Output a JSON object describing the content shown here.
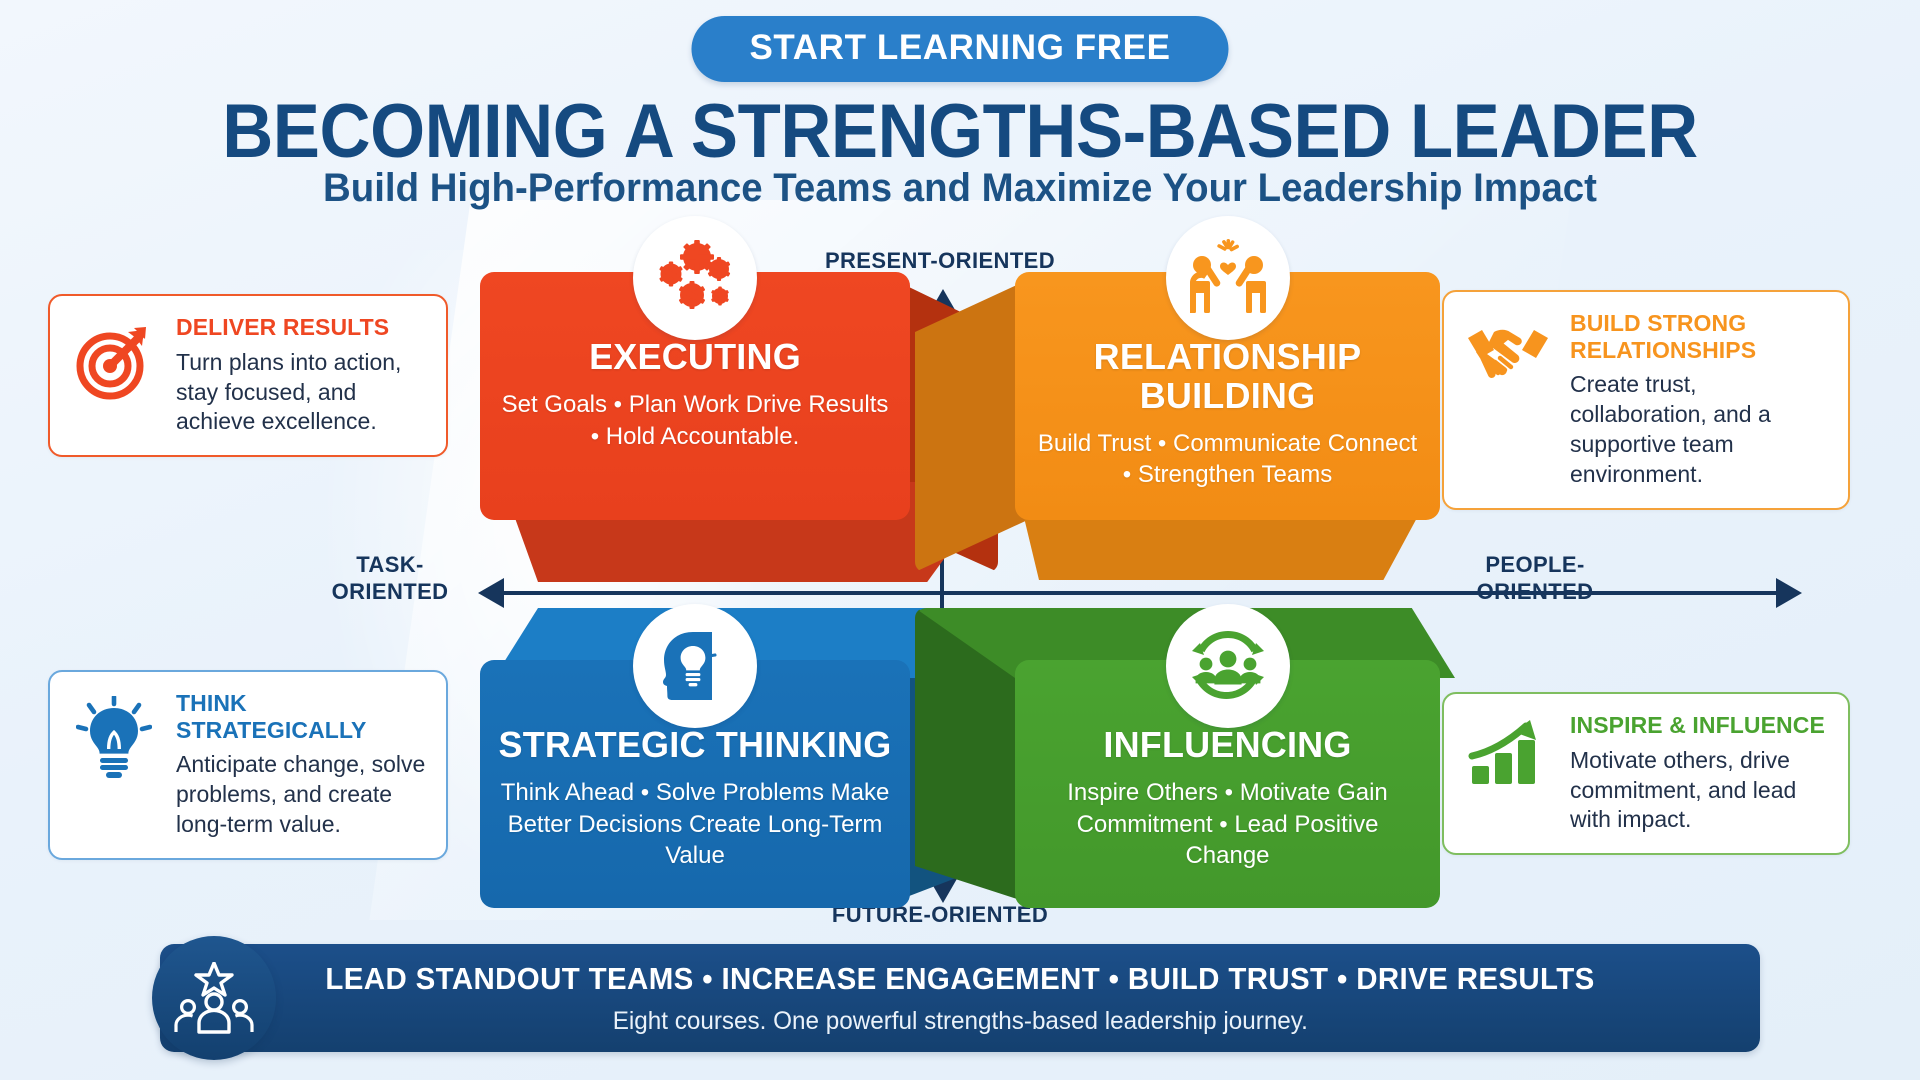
{
  "header": {
    "pill_label": "START LEARNING FREE",
    "title": "BECOMING A STRENGTHS-BASED LEADER",
    "subtitle": "Build High-Performance Teams and Maximize Your Leadership Impact"
  },
  "axes": {
    "top": "PRESENT-ORIENTED",
    "bottom": "FUTURE-ORIENTED",
    "left": "TASK-\nORIENTED",
    "left_line1": "TASK-",
    "left_line2": "ORIENTED",
    "right_line1": "PEOPLE-",
    "right_line2": "ORIENTED"
  },
  "quadrants": [
    {
      "id": "executing",
      "title": "EXECUTING",
      "subtitle": "Set Goals  •  Plan Work Drive Results  •  Hold Accountable.",
      "icon": "gears-icon",
      "color": "#ef4722",
      "side_color": "#b4310f"
    },
    {
      "id": "relationship",
      "title": "RELATIONSHIP BUILDING",
      "subtitle": "Build Trust  •  Communicate Connect  •  Strengthen Teams",
      "icon": "high-five-people-icon",
      "color": "#f8961e",
      "side_color": "#cc7411"
    },
    {
      "id": "strategic",
      "title": "STRATEGIC THINKING",
      "subtitle": "Think Ahead  •  Solve Problems Make Better Decisions Create Long-Term Value",
      "icon": "head-lightbulb-icon",
      "color": "#1a72b8",
      "side_color": "#12537f"
    },
    {
      "id": "influencing",
      "title": "INFLUENCING",
      "subtitle": "Inspire Others  •  Motivate Gain Commitment  •  Lead Positive Change",
      "icon": "team-network-icon",
      "color": "#4aa330",
      "side_color": "#2c6b1d"
    }
  ],
  "cards": [
    {
      "id": "deliver",
      "heading": "DELIVER RESULTS",
      "body": "Turn plans into action, stay focused, and achieve excellence.",
      "icon": "target-arrow-icon",
      "color": "#ef4722"
    },
    {
      "id": "build",
      "heading": "BUILD STRONG RELATIONSHIPS",
      "body": "Create trust, collaboration, and a supportive team environment.",
      "icon": "handshake-icon",
      "color": "#f7941e"
    },
    {
      "id": "think",
      "heading": "THINK STRATEGICALLY",
      "body": "Anticipate change, solve problems, and create long-term value.",
      "icon": "lightbulb-icon",
      "color": "#1a72b8"
    },
    {
      "id": "inspire",
      "heading": "INSPIRE & INFLUENCE",
      "body": "Motivate others, drive commitment, and lead with impact.",
      "icon": "growth-chart-icon",
      "color": "#4aa330"
    }
  ],
  "footer": {
    "line1": "LEAD STANDOUT TEAMS  •  INCREASE ENGAGEMENT  •  BUILD TRUST  •  DRIVE RESULTS",
    "line2": "Eight courses.  One powerful strengths-based leadership journey.",
    "icon": "team-star-icon"
  }
}
